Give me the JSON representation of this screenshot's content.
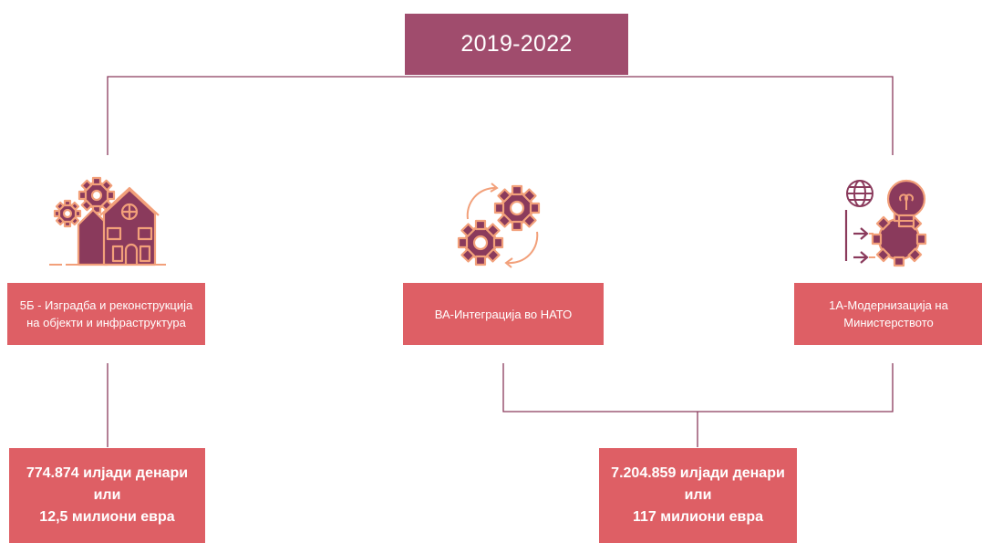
{
  "period": "2019-2022",
  "categories": [
    {
      "label": "5Б - Изградба и реконструкција на објекти и инфраструктура",
      "icon": "house-gears-icon"
    },
    {
      "label": "ВА-Интеграција во НАТО",
      "icon": "rotating-gears-icon"
    },
    {
      "label": "1А-Модернизација на Министерството",
      "icon": "globe-lightbulb-gear-icon"
    }
  ],
  "totals": [
    {
      "line1": "774.874 илјади денари",
      "line2": "или",
      "line3": "12,5 милиони евра"
    },
    {
      "line1": "7.204.859 илјади денари",
      "line2": "или",
      "line3": "117 милиони евра"
    }
  ],
  "colors": {
    "header": "#a04c6d",
    "box": "#de5f65",
    "icon_fill": "#8a3a5c",
    "icon_outline": "#f2a07a",
    "connector": "#8a3a5c"
  }
}
